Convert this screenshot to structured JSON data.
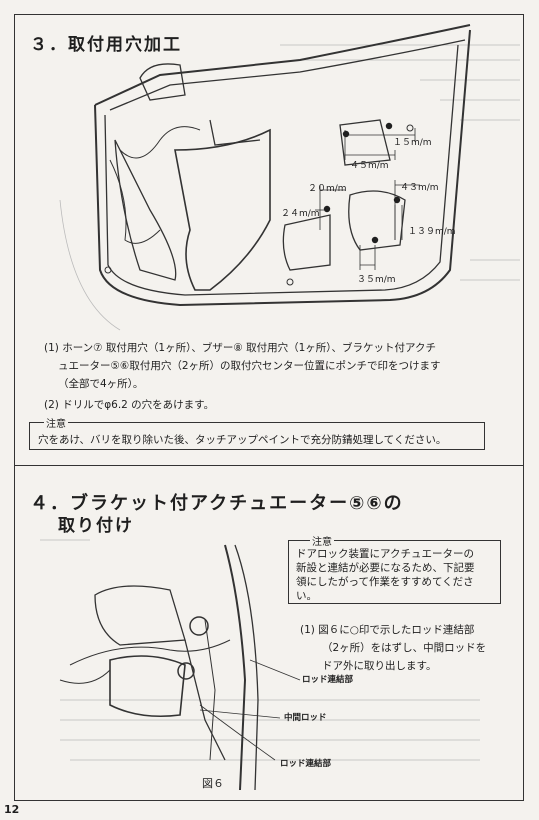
{
  "section3": {
    "heading": "３．取付用穴加工",
    "step1_line1": "(1) ホーン⑦ 取付用穴（1ヶ所）、ブザー⑧ 取付用穴（1ヶ所）、ブラケット付アクチ",
    "step1_line2": "ュエーター⑤⑥取付用穴（2ヶ所）の取付穴センター位置にポンチで印をつけます",
    "step1_line3": "（全部で4ヶ所）。",
    "step2": "(2) ドリルでφ6.2 の穴をあけます。",
    "caution_title": "注意",
    "caution_text": "穴をあけ、バリを取り除いた後、タッチアップペイントで充分防錆処理してください。",
    "dimensions": {
      "d15": "１５m/m",
      "d45": "４５m/m",
      "d20": "２０m/m",
      "d43": "４３m/m",
      "d24": "２４m/m",
      "d139": "１３９m/m",
      "d35": "３５m/m"
    }
  },
  "section4": {
    "heading_line1": "４．ブラケット付アクチュエーター⑤⑥の",
    "heading_line2": "取り付け",
    "caution_title": "注意",
    "caution_lines": [
      "ドアロック装置にアクチュエーターの",
      "新設と連結が必要になるため、下記要",
      "領にしたがって作業をすすめてくださ",
      "い。"
    ],
    "step1_line1": "(1) 図６に○印で示したロッド連結部",
    "step1_line2": "（2ヶ所）をはずし、中間ロッドを",
    "step1_line3": "ドア外に取り出します。",
    "labels": {
      "rod_joint_top": "ロッド連結部",
      "middle_rod": "中間ロッド",
      "rod_joint_bottom": "ロッド連結部"
    },
    "figure_caption": "図６"
  },
  "page_number": "12"
}
